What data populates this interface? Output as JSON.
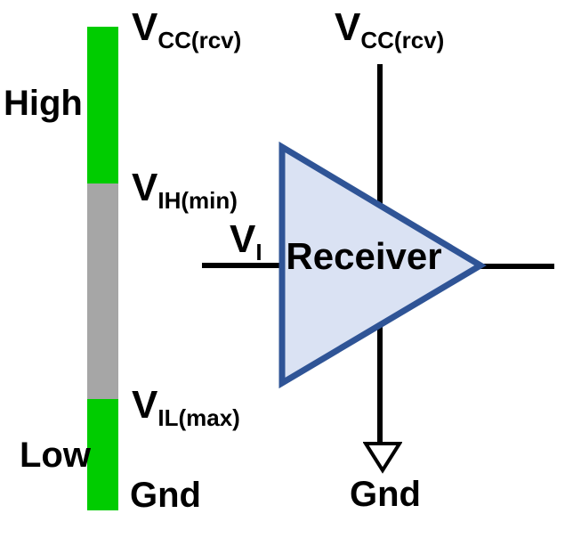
{
  "colors": {
    "green": "#00cc00",
    "gray": "#a6a6a6",
    "black": "#000000",
    "triangle_fill": "#dae2f3",
    "triangle_border": "#2f5496",
    "arrowhead_fill": "#ffffff",
    "background": "#ffffff"
  },
  "scale": {
    "high": "High",
    "low": "Low",
    "vcc_main": "V",
    "vcc_sub": "CC(rcv)",
    "vih_main": "V",
    "vih_sub": "IH(min)",
    "vil_main": "V",
    "vil_sub": "IL(max)",
    "gnd": "Gnd"
  },
  "receiver": {
    "name": "Receiver",
    "vcc_main": "V",
    "vcc_sub": "CC(rcv)",
    "vi_main": "V",
    "vi_sub": "I",
    "gnd": "Gnd"
  }
}
